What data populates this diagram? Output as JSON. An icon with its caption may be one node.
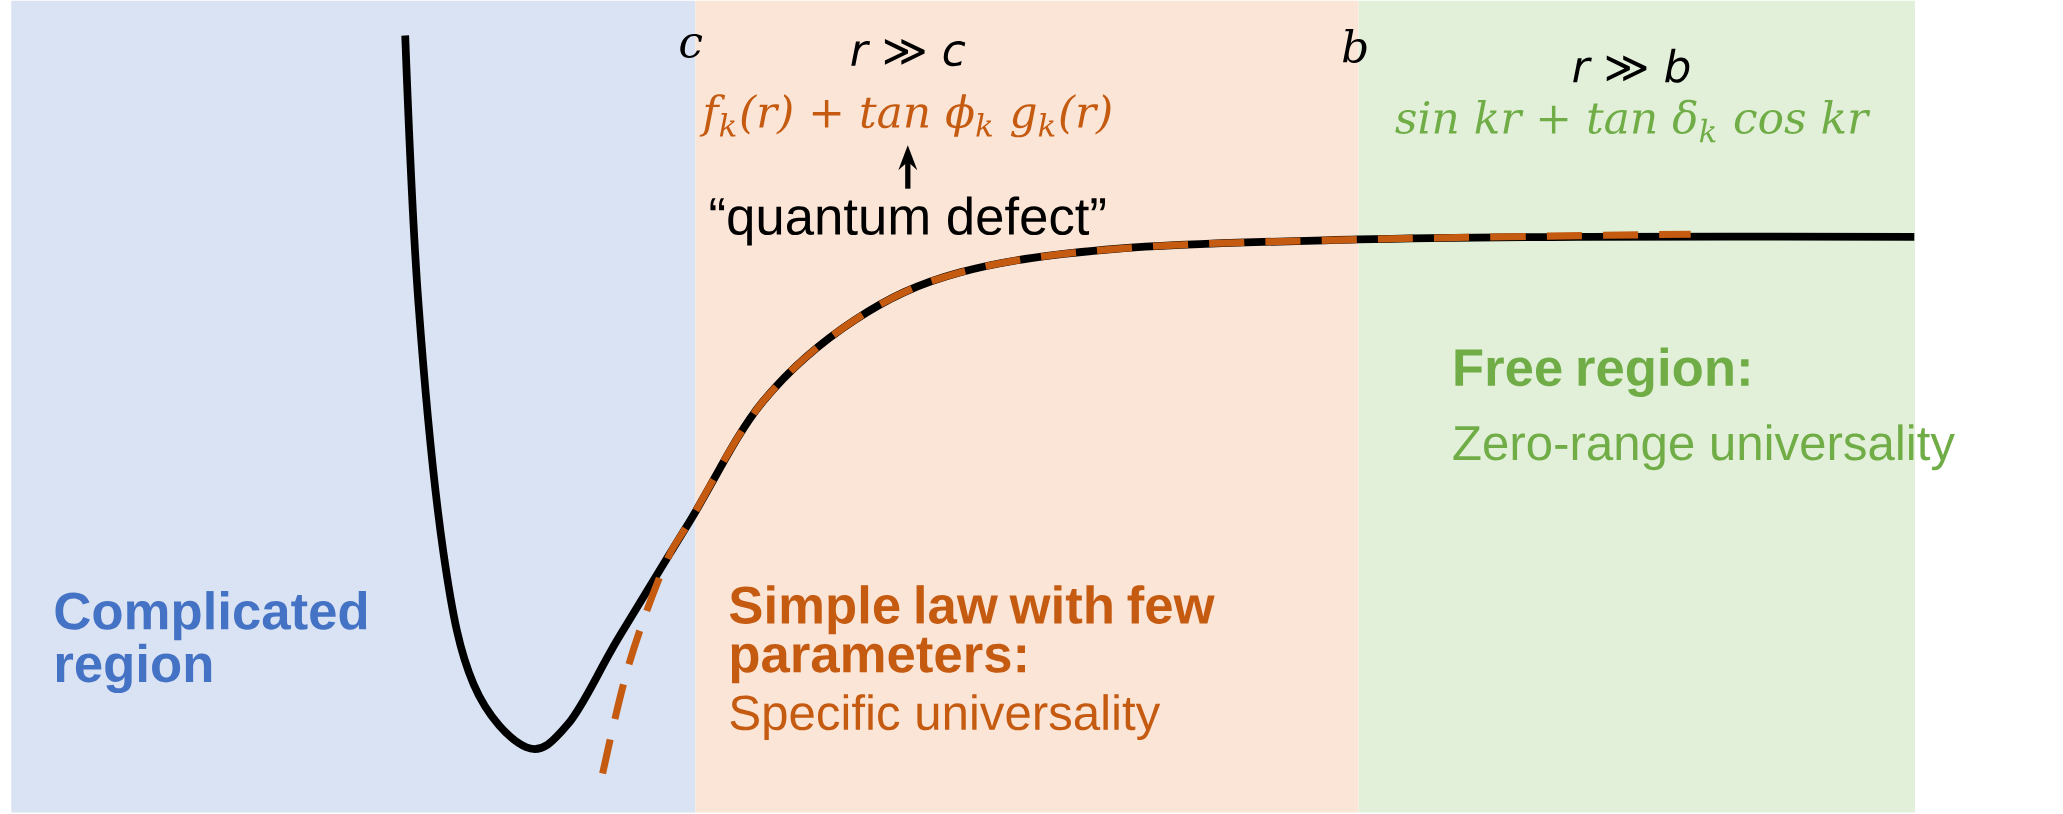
{
  "diagram": {
    "nodes": [
      {
        "text": [
          "Complicated region"
        ]
      },
      {
        "text": [
          "Simple law with few parameters:",
          "Specific universality"
        ]
      },
      {
        "text": [
          "Free region:",
          "Zero-range universality"
        ]
      },
      {
        "text": [
          "f$_{k}$(r) + tan ϕ$_{k}$ g$_{k}$(r)"
        ],
        "in": 1
      },
      {
        "text": [
          "“quantum defect”"
        ],
        "in": 1
      }
    ],
    "edges": [
      {
        "from": 4,
        "to": 3,
        "arrow": "to"
      }
    ],
    "labels": [
      "c",
      "r ≫ c",
      "b",
      "r ≫ b",
      "sin kr + tan δ$_{k}$ cos kr"
    ]
  }
}
